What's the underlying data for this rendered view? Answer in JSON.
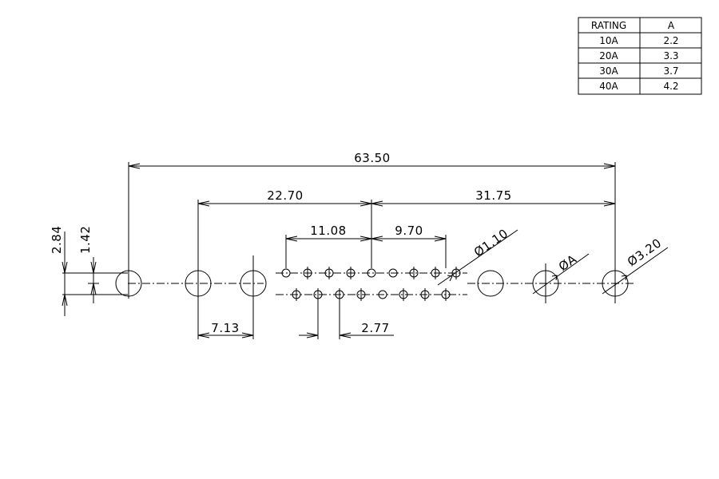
{
  "rating_table": {
    "headers": [
      "RATING",
      "A"
    ],
    "rows": [
      [
        "10A",
        "2.2"
      ],
      [
        "20A",
        "3.3"
      ],
      [
        "30A",
        "3.7"
      ],
      [
        "40A",
        "4.2"
      ]
    ]
  },
  "dimensions": {
    "overall_length": "63.50",
    "left_span": "22.70",
    "right_span": "31.75",
    "pin_span_left": "11.08",
    "pin_span_right": "9.70",
    "pin_hole_diameter": "Ø1.10",
    "rated_hole_diameter": "ØA",
    "mount_hole_diameter": "Ø3.20",
    "row_pitch": "2.84",
    "half_row_pitch": "1.42",
    "large_hole_pitch": "7.13",
    "pin_pitch": "2.77"
  }
}
